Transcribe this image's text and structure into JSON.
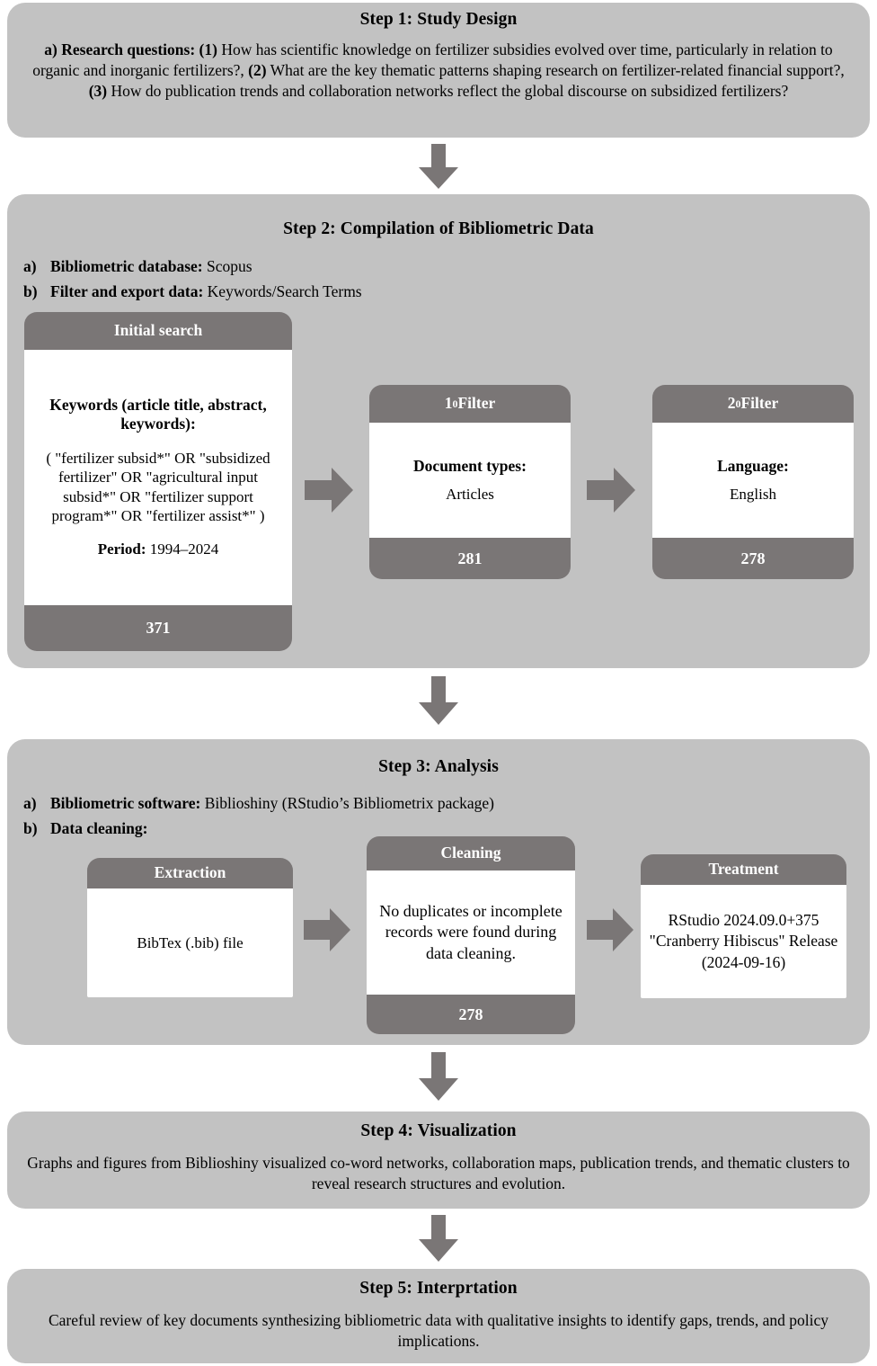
{
  "colors": {
    "panel_bg": "#c2c2c2",
    "card_header_bg": "#7a7676",
    "card_body_bg": "#ffffff",
    "arrow_fill": "#7a7676",
    "text": "#000000",
    "header_text": "#ffffff"
  },
  "step1": {
    "title": "Step 1: Study Design",
    "label": "a) Research questions:",
    "q1_num": "(1)",
    "q1_text": "How has scientific knowledge on fertilizer subsidies evolved over time, particularly in relation to organic and inorganic fertilizers?,",
    "q2_num": "(2)",
    "q2_text": "What are the key thematic patterns shaping research on fertilizer-related financial support?,",
    "q3_num": "(3)",
    "q3_text": "How do publication trends and collaboration networks reflect the global discourse on subsidized fertilizers?"
  },
  "step2": {
    "title": "Step 2: Compilation of Bibliometric Data",
    "items": [
      {
        "marker": "a)",
        "key": "Bibliometric database:",
        "value": "Scopus"
      },
      {
        "marker": "b)",
        "key": "Filter and export data:",
        "value": "Keywords/Search Terms"
      }
    ],
    "initial_search": {
      "header": "Initial search",
      "keywords_label": "Keywords (article title, abstract, keywords):",
      "query": "( \"fertilizer subsid*\" OR \"subsidized fertilizer\" OR \"agricultural input subsid*\" OR \"fertilizer support program*\" OR \"fertilizer assist*\" )",
      "period_label": "Period:",
      "period_value": "1994–2024",
      "count": "371"
    },
    "filter1": {
      "header_prefix": "1",
      "header_sup": "0",
      "header_suffix": " Filter",
      "body_label": "Document types:",
      "body_value": "Articles",
      "count": "281"
    },
    "filter2": {
      "header_prefix": "2",
      "header_sup": "0",
      "header_suffix": " Filter",
      "body_label": "Language:",
      "body_value": "English",
      "count": "278"
    }
  },
  "step3": {
    "title": "Step 3: Analysis",
    "items": [
      {
        "marker": "a)",
        "key": "Bibliometric software:",
        "value": "Biblioshiny (RStudio’s Bibliometrix package)"
      },
      {
        "marker": "b)",
        "key": "Data cleaning:",
        "value": ""
      }
    ],
    "extraction": {
      "header": "Extraction",
      "body": "BibTex (.bib) file"
    },
    "cleaning": {
      "header": "Cleaning",
      "body": "No duplicates or incomplete records were found during data cleaning.",
      "count": "278"
    },
    "treatment": {
      "header": "Treatment",
      "body": "RStudio 2024.09.0+375 \"Cranberry Hibiscus\" Release (2024-09-16)"
    }
  },
  "step4": {
    "title": "Step 4: Visualization",
    "body": "Graphs and figures from Biblioshiny visualized co-word networks, collaboration maps, publication trends, and thematic clusters to reveal research structures and evolution."
  },
  "step5": {
    "title": "Step 5: Interprtation",
    "body": "Careful review of key documents synthesizing bibliometric data with qualitative insights to identify gaps, trends, and policy implications."
  },
  "arrows": {
    "down_1_2": "arrow-down",
    "down_2_3": "arrow-down",
    "down_3_4": "arrow-down",
    "down_4_5": "arrow-down",
    "right_search_filter1": "arrow-right",
    "right_filter1_filter2": "arrow-right",
    "right_extraction_cleaning": "arrow-right",
    "right_cleaning_treatment": "arrow-right"
  }
}
